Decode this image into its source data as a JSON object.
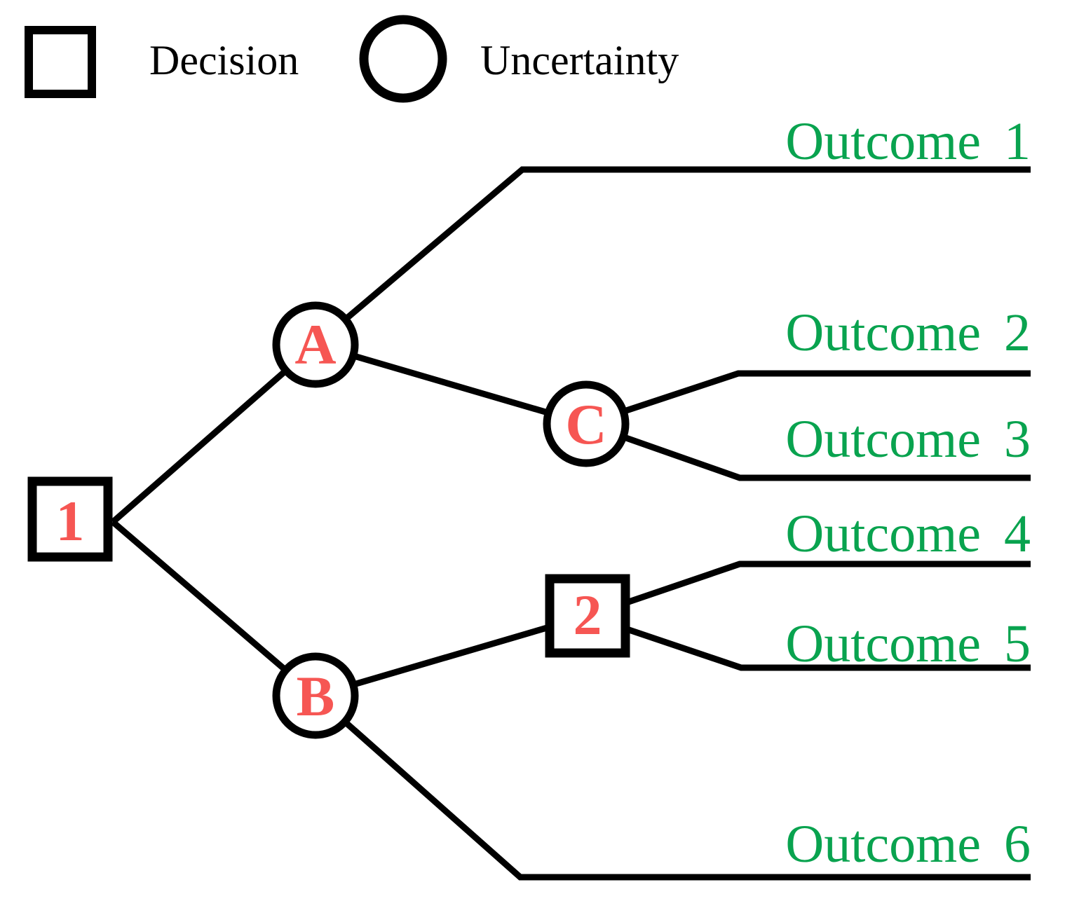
{
  "legend": {
    "decision_label": "Decision",
    "uncertainty_label": "Uncertainty"
  },
  "nodes": {
    "n1": {
      "label": "1",
      "type": "decision"
    },
    "nA": {
      "label": "A",
      "type": "uncertainty"
    },
    "nB": {
      "label": "B",
      "type": "uncertainty"
    },
    "nC": {
      "label": "C",
      "type": "uncertainty"
    },
    "n2": {
      "label": "2",
      "type": "decision"
    }
  },
  "outcomes": [
    {
      "label": "Outcome 1"
    },
    {
      "label": "Outcome 2"
    },
    {
      "label": "Outcome 3"
    },
    {
      "label": "Outcome 4"
    },
    {
      "label": "Outcome 5"
    },
    {
      "label": "Outcome 6"
    }
  ],
  "colors": {
    "line": "#000000",
    "node_label": "#f65653",
    "outcome_label": "#09a34f"
  }
}
